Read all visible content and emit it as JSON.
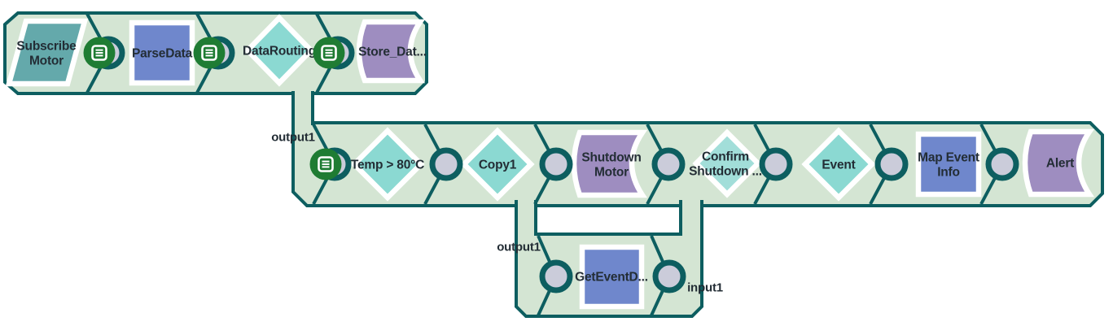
{
  "diagram": {
    "type": "dataflow-pipeline-editor",
    "background": "#ffffff",
    "colors": {
      "container_fill": "#d4e5d3",
      "container_border": "#0d5e60",
      "port_fill": "#cbccda",
      "port_ring": "#0d5e60",
      "doc_port_green": "#1f7c33",
      "diamond_cyan": "#8bd9d2",
      "diamond_cyan_light": "#a2ded9",
      "square_blue": "#6f87cc",
      "stored_data_purple": "#9e8dc0",
      "parallelogram_teal": "#64a9ab",
      "label_text": "#232d35"
    },
    "icons": {
      "doc_port": "document-icon"
    },
    "pipelines": [
      {
        "name": "pipeline-1",
        "nodes": [
          {
            "id": "subscribe-motor",
            "shape": "parallelogram",
            "lines": [
              "Subscribe",
              "Motor"
            ]
          },
          {
            "id": "parse-data",
            "shape": "square",
            "lines": [
              "ParseData"
            ]
          },
          {
            "id": "data-routing",
            "shape": "diamond",
            "lines": [
              "DataRouting"
            ]
          },
          {
            "id": "store-data",
            "shape": "stored-data",
            "lines": [
              "Store_Dat..."
            ]
          }
        ]
      },
      {
        "name": "pipeline-2",
        "nodes": [
          {
            "id": "temp-gt-80c",
            "shape": "diamond",
            "lines": [
              "Temp > 80°C"
            ]
          },
          {
            "id": "copy1",
            "shape": "diamond",
            "lines": [
              "Copy1"
            ]
          },
          {
            "id": "shutdown-motor",
            "shape": "stored-data",
            "lines": [
              "Shutdown",
              "Motor"
            ]
          },
          {
            "id": "confirm-shutdown",
            "shape": "diamond",
            "lines": [
              "Confirm",
              "Shutdown ..."
            ]
          },
          {
            "id": "event",
            "shape": "diamond",
            "lines": [
              "Event"
            ]
          },
          {
            "id": "map-event-info",
            "shape": "square",
            "lines": [
              "Map Event",
              "Info"
            ]
          },
          {
            "id": "alert",
            "shape": "stored-data",
            "lines": [
              "Alert"
            ]
          }
        ]
      },
      {
        "name": "pipeline-3",
        "nodes": [
          {
            "id": "get-event-data",
            "shape": "square",
            "lines": [
              "GetEventD..."
            ]
          }
        ]
      }
    ],
    "connections": [
      {
        "from": "pipeline-1",
        "to": "pipeline-2",
        "label": "output1"
      },
      {
        "from": "pipeline-2",
        "to": "pipeline-3",
        "label": "output1"
      },
      {
        "from": "pipeline-3",
        "to": "pipeline-2",
        "label": "input1"
      }
    ]
  }
}
